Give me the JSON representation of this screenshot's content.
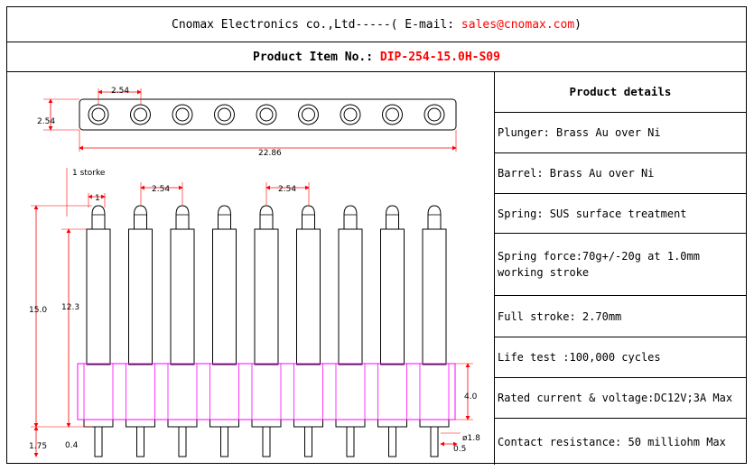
{
  "header": {
    "company": "Cnomax Electronics co.,Ltd-----( E-mail: ",
    "email": "sales@cnomax.com",
    "close": ")",
    "item_label": "Product Item No.: ",
    "item_no": "DIP-254-15.0H-S09"
  },
  "drawing": {
    "dim_pitch_top": "2.54",
    "dim_width": "2.54",
    "dim_total_length": "22.86",
    "stroke_label": "1 storke",
    "dim_one": "1",
    "dim_pitch_a": "2.54",
    "dim_pitch_b": "2.54",
    "dim_height": "15.0",
    "dim_barrel": "12.3",
    "dim_housing": "4.0",
    "dim_tail": "1.75",
    "dim_tail_dia": "0.4",
    "dim_d18": "ø1.8",
    "dim_05": "0.5",
    "colors": {
      "housing": "#ff00ff",
      "dimension": "#ff0000",
      "outline": "#000000"
    }
  },
  "details": {
    "title": "Product details",
    "items": [
      "Plunger: Brass Au over Ni",
      "Barrel: Brass Au over Ni",
      "Spring: SUS surface treatment",
      "Spring force:70g+/-20g at 1.0mm working stroke",
      "Full stroke: 2.70mm",
      "Life test :100,000 cycles",
      "Rated current & voltage:DC12V;3A Max",
      "Contact resistance: 50 milliohm Max"
    ]
  }
}
